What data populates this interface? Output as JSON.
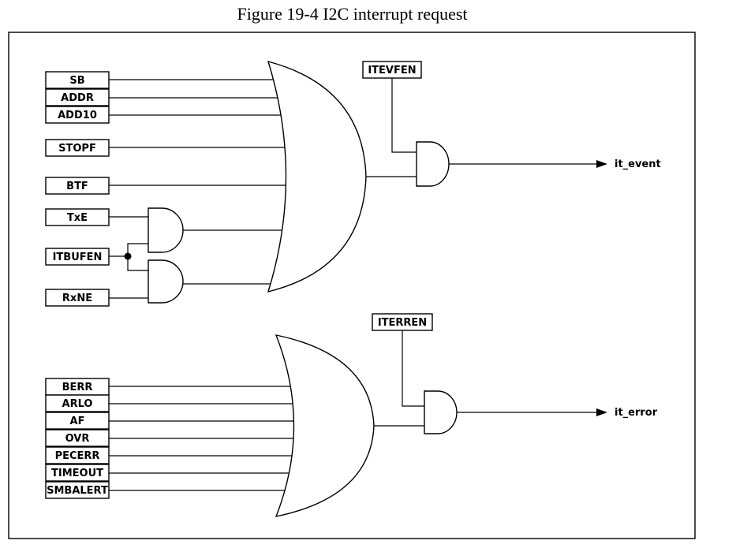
{
  "title": "Figure 19-4 I2C interrupt request",
  "event_group": {
    "inputs": [
      "SB",
      "ADDR",
      "ADD10",
      "STOPF",
      "BTF"
    ],
    "txe": "TxE",
    "itbufen": "ITBUFEN",
    "rxne": "RxNE",
    "enable": "ITEVFEN",
    "output": "it_event"
  },
  "error_group": {
    "inputs": [
      "BERR",
      "ARLO",
      "AF",
      "OVR",
      "PECERR",
      "TIMEOUT",
      "SMBALERT"
    ],
    "enable": "ITERREN",
    "output": "it_error"
  }
}
